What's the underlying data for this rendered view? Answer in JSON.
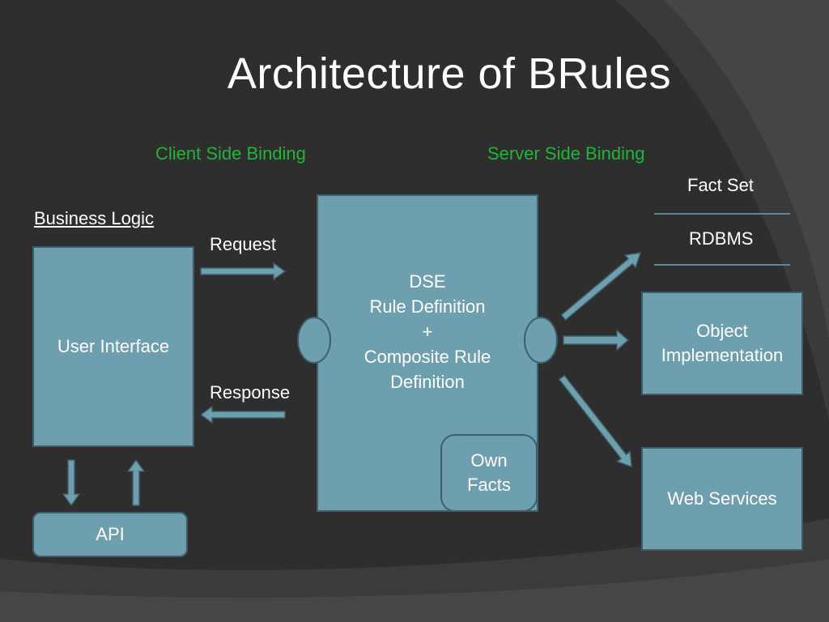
{
  "title": "Architecture of BRules",
  "client_side_binding": "Client Side Binding",
  "server_side_binding": "Server Side Binding",
  "business_logic": "Business Logic",
  "request": "Request",
  "response": "Response",
  "user_interface": "User Interface",
  "api": "API",
  "dse_block": "DSE\nRule Definition\n+\nComposite Rule\nDefinition",
  "own_facts": "Own\nFacts",
  "fact_set": "Fact Set",
  "rdbms": "RDBMS",
  "object_implementation": "Object\nImplementation",
  "web_services": "Web Services",
  "colors": {
    "box_fill": "#6e9fae",
    "box_border": "#3e5f69",
    "green_text": "#22b339",
    "background": "#2f2f2f"
  }
}
